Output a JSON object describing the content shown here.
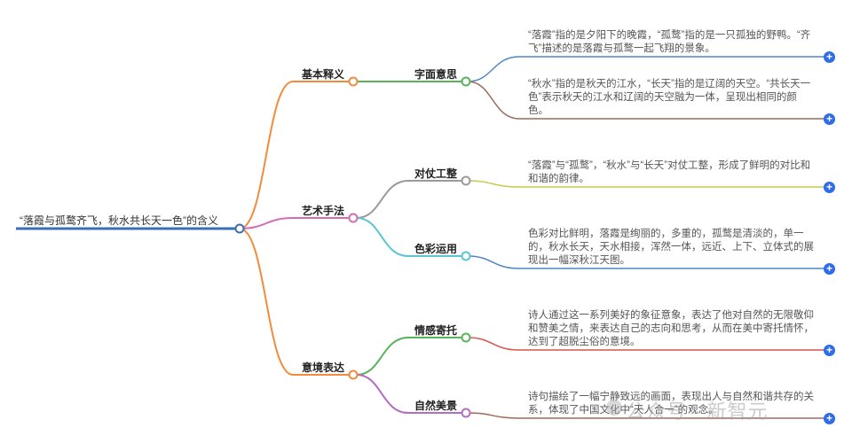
{
  "root": {
    "label": "“落霞与孤鹜齐飞，秋水共长天一色”的含义"
  },
  "branches": [
    {
      "label": "基本释义",
      "color": "#f28c3c",
      "children": [
        {
          "label": "字面意思",
          "color": "#59b35a",
          "leaves": [
            {
              "text": "“落霞”指的是夕阳下的晚霞，“孤鹜”指的是一只孤独的野鸭。“齐飞”描述的是落霞与孤鹜一起飞翔的景象。",
              "color": "#4f86c6"
            },
            {
              "text": "“秋水”指的是秋天的江水，“长天”指的是辽阔的天空。“共长天一色”表示秋天的江水和辽阔的天空融为一体，呈现出相同的颜色。",
              "color": "#9c6b5a"
            }
          ]
        }
      ]
    },
    {
      "label": "艺术手法",
      "color": "#d66bb5",
      "children": [
        {
          "label": "对仗工整",
          "color": "#9a9a9a",
          "leaves": [
            {
              "text": "“落霞”与“孤鹜”，“秋水”与“长天”对仗工整，形成了鲜明的对比和和谐的韵律。",
              "color": "#c9c94a"
            }
          ]
        },
        {
          "label": "色彩运用",
          "color": "#5bc6d3",
          "leaves": [
            {
              "text": "色彩对比鲜明，落霞是绚丽的，多重的，孤鹜是清淡的，单一的，秋水长天，天水相接，浑然一体，远近、上下、立体式的展现出一幅深秋江天图。",
              "color": "#4f86c6"
            }
          ]
        }
      ]
    },
    {
      "label": "意境表达",
      "color": "#f28c3c",
      "children": [
        {
          "label": "情感寄托",
          "color": "#59b35a",
          "leaves": [
            {
              "text": "诗人通过这一系列美好的象征意象，表达了他对自然的无限敬仰和赞美之情，来表达自己的志向和思考，从而在美中寄托情怀，达到了超脱尘俗的意境。",
              "color": "#d9534f"
            }
          ]
        },
        {
          "label": "自然美景",
          "color": "#b56bc6",
          "leaves": [
            {
              "text": "诗句描绘了一幅宁静致远的画面，表现出人与自然和谐共存的关系，体现了中国文化中“天人合一”的观念。",
              "color": "#9c6b5a"
            }
          ]
        }
      ]
    }
  ],
  "expand_icon": "plus-circle-icon",
  "watermark": {
    "text": "公众号 · 新智元"
  }
}
